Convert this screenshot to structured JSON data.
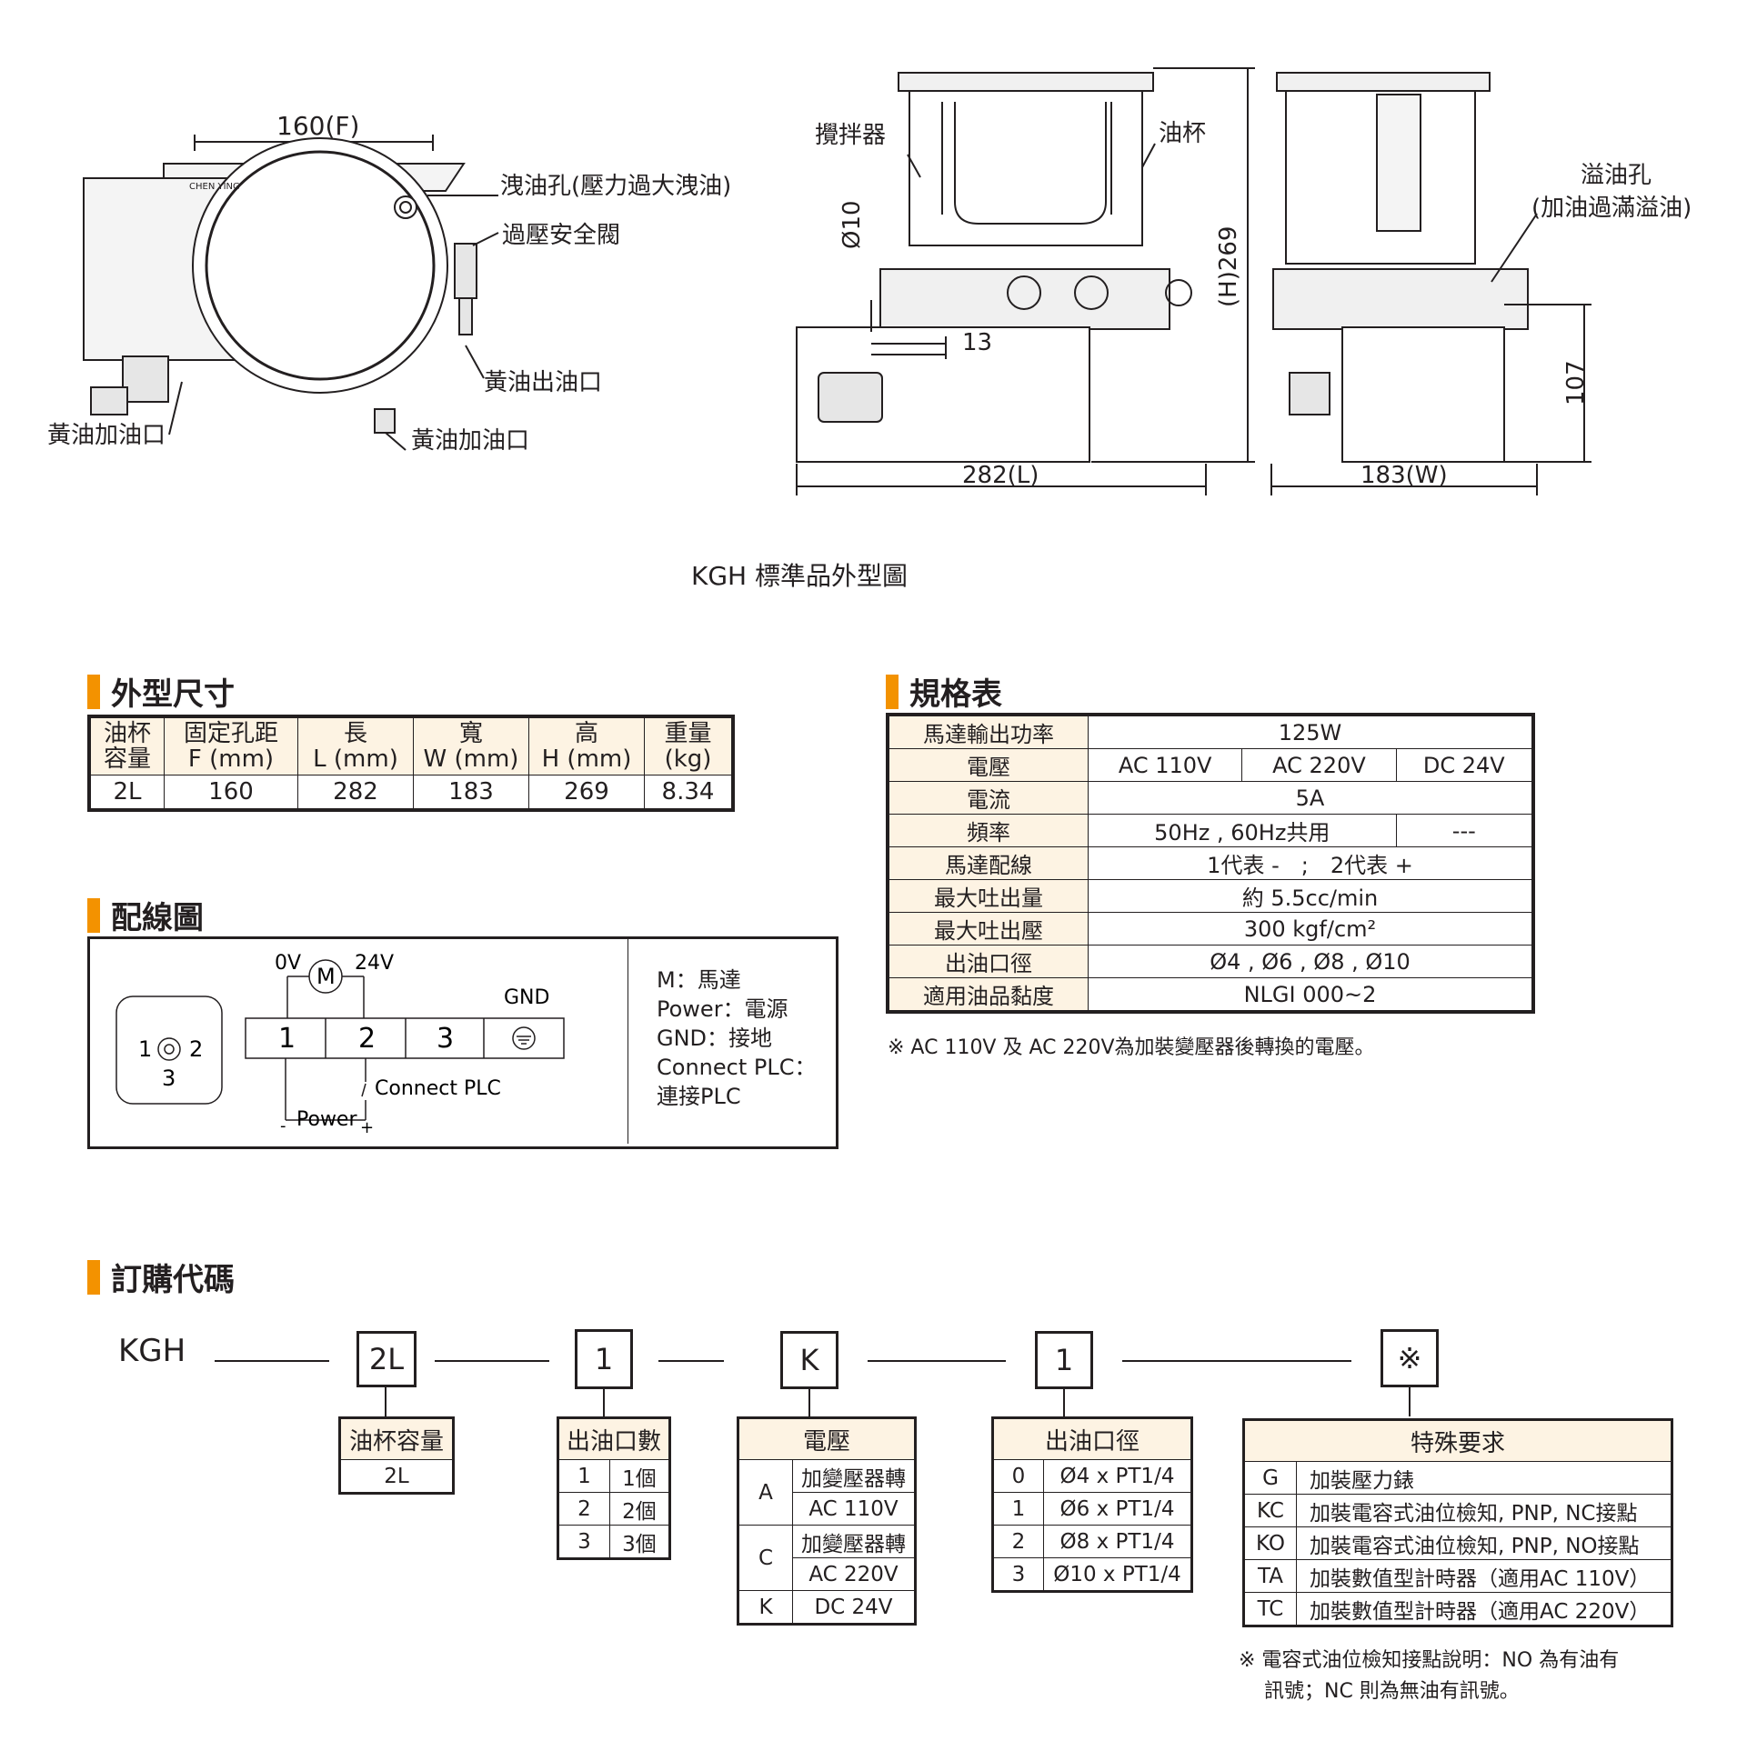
{
  "drawing": {
    "dim_f": "160(F)",
    "dim_l": "282(L)",
    "dim_w": "183(W)",
    "dim_h": "(H)269",
    "dim_107": "107",
    "dim_13": "13",
    "dim_d10": "Ø10",
    "brand": "CHEN YING",
    "labels": {
      "relief_hole": "洩油孔(壓力過大洩油)",
      "safety_valve": "過壓安全閥",
      "grease_outlet": "黃油出油口",
      "grease_inlet_right": "黃油加油口",
      "grease_inlet_left": "黃油加油口",
      "stirrer": "攪拌器",
      "oil_cup": "油杯",
      "overflow_1": "溢油孔",
      "overflow_2": "(加油過滿溢油)"
    },
    "caption": "KGH 標準品外型圖"
  },
  "dimensions": {
    "title": "外型尺寸",
    "headers": [
      [
        "油杯",
        "容量"
      ],
      [
        "固定孔距",
        "F (mm)"
      ],
      [
        "長",
        "L (mm)"
      ],
      [
        "寬",
        "W (mm)"
      ],
      [
        "高",
        "H (mm)"
      ],
      [
        "重量",
        "(kg)"
      ]
    ],
    "row": [
      "2L",
      "160",
      "282",
      "183",
      "269",
      "8.34"
    ]
  },
  "spec": {
    "title": "規格表",
    "power_label": "馬達輸出功率",
    "power": "125W",
    "voltage_label": "電壓",
    "v1": "AC 110V",
    "v2": "AC 220V",
    "v3": "DC 24V",
    "current_label": "電流",
    "current": "5A",
    "freq_label": "頻率",
    "freq": "50Hz , 60Hz共用",
    "freq_dc": "---",
    "wiring_label": "馬達配線",
    "wiring": "1代表 -　;　2代表 +",
    "flow_label": "最大吐出量",
    "flow": "約 5.5cc/min",
    "pressure_label": "最大吐出壓",
    "pressure": "300 kgf/cm²",
    "port_label": "出油口徑",
    "port": "Ø4 , Ø6 , Ø8 , Ø10",
    "visc_label": "適用油品黏度",
    "visc": "NLGI 000~2",
    "note": "※ AC 110V 及 AC 220V為加裝變壓器後轉換的電壓。"
  },
  "wiring_diagram": {
    "title": "配線圖",
    "zero_v": "0V",
    "motor": "M",
    "v24": "24V",
    "gnd": "GND",
    "t1": "1",
    "t2": "2",
    "t3": "3",
    "connect_plc": "Connect PLC",
    "power": "Power",
    "minus": "-",
    "plus": "+",
    "plug_1": "1",
    "plug_2": "2",
    "plug_3": "3",
    "legend": [
      "M：馬達",
      "Power：電源",
      "GND：接地",
      "Connect PLC：",
      "連接PLC"
    ]
  },
  "order": {
    "title": "訂購代碼",
    "prefix": "KGH",
    "codes": [
      "2L",
      "1",
      "K",
      "1",
      "※"
    ],
    "cup": {
      "title": "油杯容量",
      "value": "2L"
    },
    "outlets": {
      "title": "出油口數",
      "rows": [
        [
          "1",
          "1個"
        ],
        [
          "2",
          "2個"
        ],
        [
          "3",
          "3個"
        ]
      ]
    },
    "voltage": {
      "title": "電壓",
      "a_code": "A",
      "a_1": "加變壓器轉",
      "a_2": "AC 110V",
      "c_code": "C",
      "c_1": "加變壓器轉",
      "c_2": "AC 220V",
      "k_code": "K",
      "k_1": "DC 24V"
    },
    "diameter": {
      "title": "出油口徑",
      "rows": [
        [
          "0",
          "Ø4 x PT1/4"
        ],
        [
          "1",
          "Ø6 x PT1/4"
        ],
        [
          "2",
          "Ø8 x PT1/4"
        ],
        [
          "3",
          "Ø10 x PT1/4"
        ]
      ]
    },
    "special": {
      "title": "特殊要求",
      "rows": [
        [
          "G",
          "加裝壓力錶"
        ],
        [
          "KC",
          "加裝電容式油位檢知, PNP, NC接點"
        ],
        [
          "KO",
          "加裝電容式油位檢知, PNP, NO接點"
        ],
        [
          "TA",
          "加裝數值型計時器（適用AC 110V）"
        ],
        [
          "TC",
          "加裝數值型計時器（適用AC 220V）"
        ]
      ]
    },
    "note_1": "※ 電容式油位檢知接點說明：NO 為有油有",
    "note_2": "訊號；NC 則為無油有訊號。"
  }
}
